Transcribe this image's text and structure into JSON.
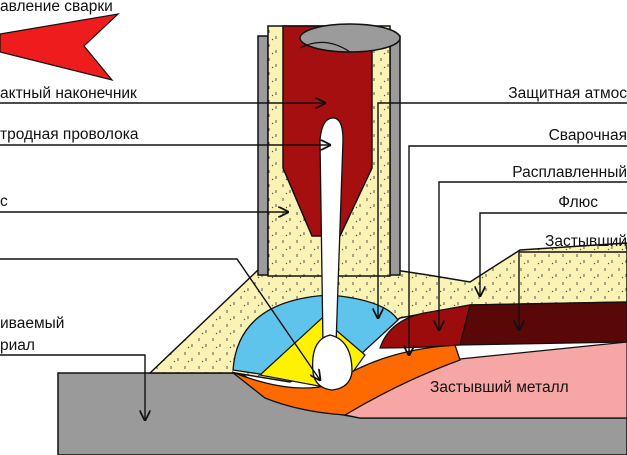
{
  "labels": {
    "weld_direction": "авление сварки",
    "contact_tip": "актный наконечник",
    "electrode_wire": "тродная проволока",
    "flux_left": "с",
    "base_metal_line1": "иваемый",
    "base_metal_line2": "риал",
    "shielding_atmosphere": "Защитная атмос",
    "weld_pool": "Сварочная",
    "molten": "Расплавленный",
    "flux_right": "Флюс",
    "solidified_top": "Застывший",
    "solidified_metal": "Застывший  металл"
  },
  "colors": {
    "arrow_red": "#ee1c1c",
    "contact_tip": "#a50f0f",
    "flux": "#fbf3b4",
    "nozzle_gray": "#9b9b9b",
    "base_metal": "#9a9a9a",
    "shield_blue": "#5ec4ec",
    "arc_yellow": "#fff200",
    "molten_orange": "#ff6a00",
    "molten_red": "#9c0c0c",
    "solid_slag": "#5a0707",
    "solid_metal_pink": "#f6a6a4",
    "wire_white": "#ffffff"
  }
}
